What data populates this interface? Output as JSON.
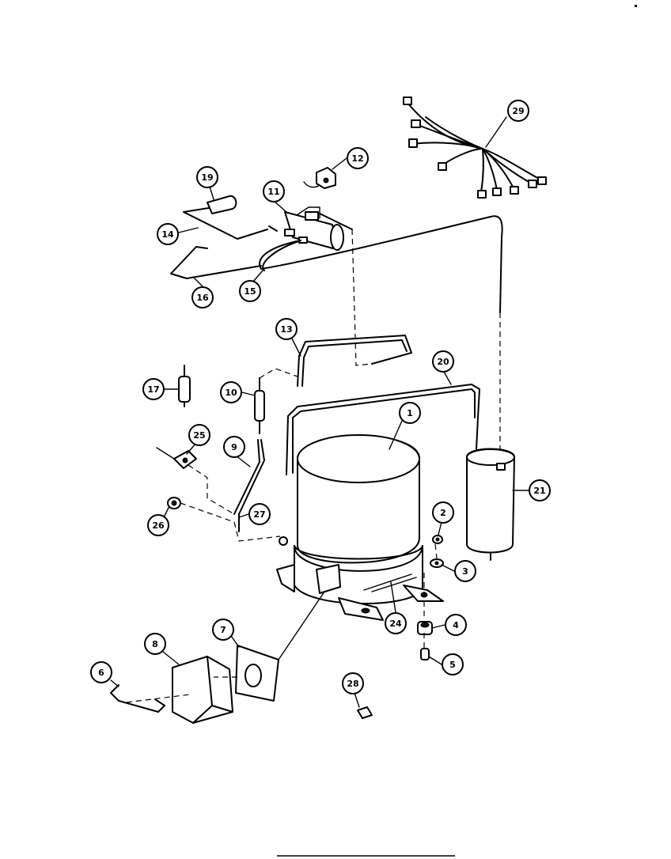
{
  "callouts": [
    {
      "id": "1",
      "label": "1"
    },
    {
      "id": "2",
      "label": "2"
    },
    {
      "id": "3",
      "label": "3"
    },
    {
      "id": "4",
      "label": "4"
    },
    {
      "id": "5",
      "label": "5"
    },
    {
      "id": "6",
      "label": "6"
    },
    {
      "id": "7",
      "label": "7"
    },
    {
      "id": "8",
      "label": "8"
    },
    {
      "id": "9",
      "label": "9"
    },
    {
      "id": "10",
      "label": "10"
    },
    {
      "id": "11",
      "label": "11"
    },
    {
      "id": "12",
      "label": "12"
    },
    {
      "id": "13",
      "label": "13"
    },
    {
      "id": "14",
      "label": "14"
    },
    {
      "id": "15",
      "label": "15"
    },
    {
      "id": "16",
      "label": "16"
    },
    {
      "id": "17",
      "label": "17"
    },
    {
      "id": "19",
      "label": "19"
    },
    {
      "id": "20",
      "label": "20"
    },
    {
      "id": "21",
      "label": "21"
    },
    {
      "id": "24",
      "label": "24"
    },
    {
      "id": "25",
      "label": "25"
    },
    {
      "id": "26",
      "label": "26"
    },
    {
      "id": "27",
      "label": "27"
    },
    {
      "id": "28",
      "label": "28"
    },
    {
      "id": "29",
      "label": "29"
    }
  ]
}
